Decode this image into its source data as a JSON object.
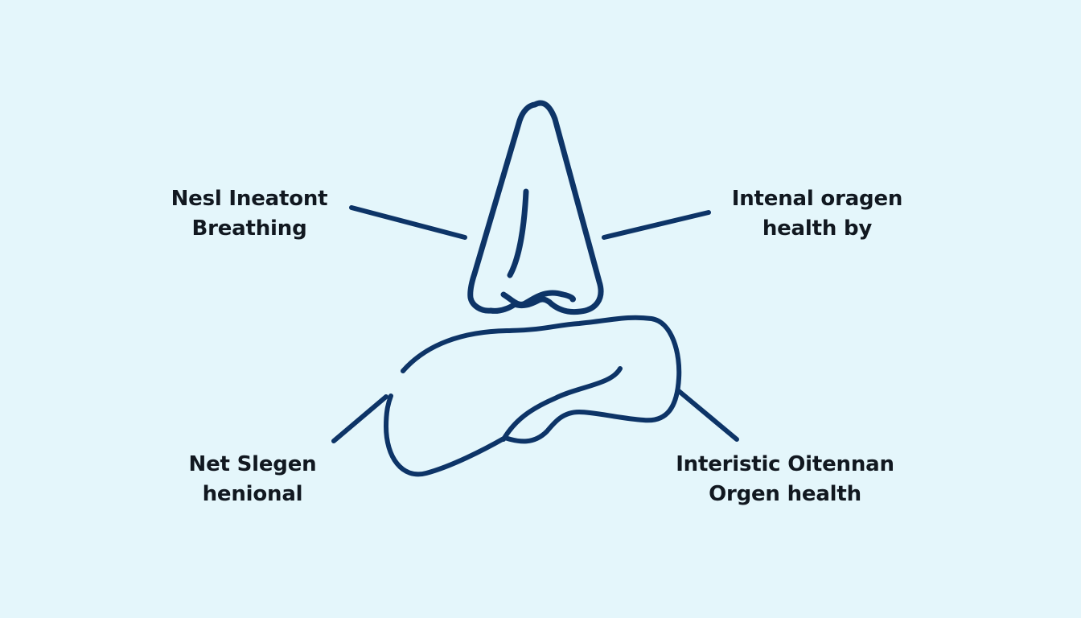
{
  "diagram": {
    "title": "",
    "background_color": "#e4f6fb",
    "stroke_color": "#0d3467",
    "text_color": "#111820",
    "center_illustration": {
      "upper_shape": "nose-outline",
      "lower_shape": "organ-outline"
    },
    "labels": {
      "top_left": {
        "line1": "Nesl Ineatont",
        "line2": "Breathing",
        "arrow": "arrow-pointing-to-nose"
      },
      "top_right": {
        "line1": "Intenal oragen",
        "line2": "health by",
        "arrow": "arrow-pointing-away-from-nose"
      },
      "bottom_left": {
        "line1": "Net Slegen",
        "line2": "henional",
        "arrow": "arrow-pointing-to-organ"
      },
      "bottom_right": {
        "line1": "Interistic Oitennan",
        "line2": "Orgen health",
        "arrow": "connector-line-from-organ"
      }
    }
  }
}
